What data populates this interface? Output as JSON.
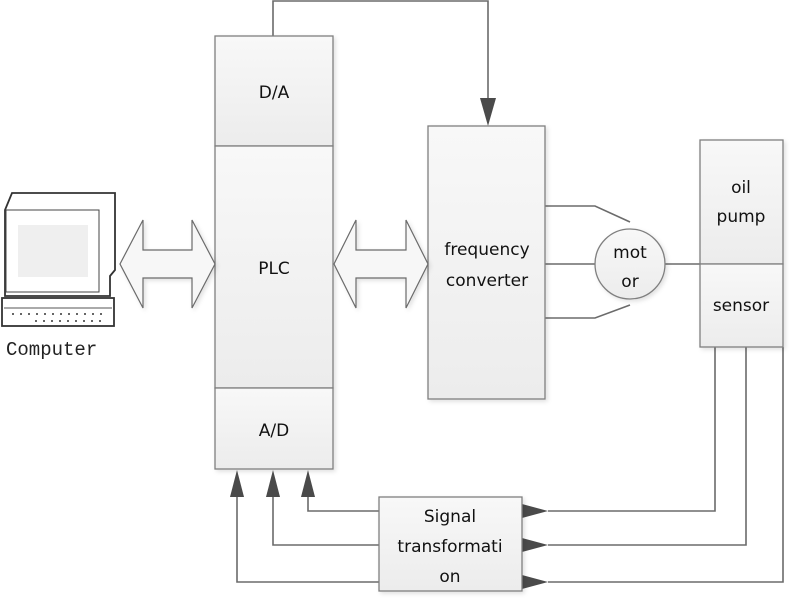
{
  "diagram": {
    "title": "PLC frequency converter control system",
    "computer": {
      "label": "Computer"
    },
    "plc": {
      "da_label": "D/A",
      "main_label": "PLC",
      "ad_label": "A/D"
    },
    "frequency_converter": {
      "line1": "frequency",
      "line2": "converter"
    },
    "motor": {
      "line1": "mot",
      "line2": "or"
    },
    "oil_pump": {
      "line1": "oil",
      "line2": "pump"
    },
    "sensor": {
      "label": "sensor"
    },
    "signal_transformation": {
      "line1": "Signal",
      "line2": "transformati",
      "line3": "on"
    },
    "colors": {
      "box_fill": "#f2f2f2",
      "box_stroke": "#7f7f7f",
      "line": "#6b6b6b",
      "arrowhead": "#4a4a4a"
    }
  }
}
